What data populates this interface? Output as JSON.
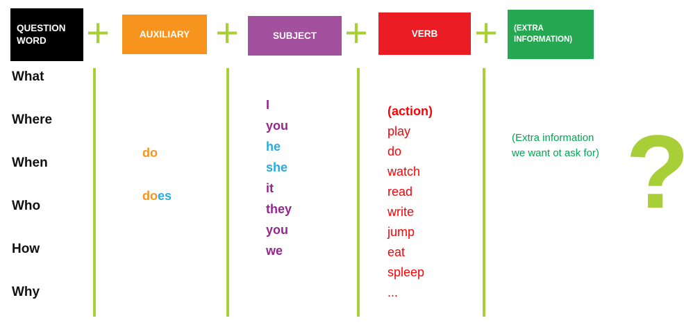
{
  "colors": {
    "chartreuse": "#A8CE38",
    "black-box": "#000000",
    "orange": "#F7941D",
    "purple-box": "#A3519F",
    "purple": "#93278F",
    "red-box": "#EC1C24",
    "red": "#FB0207",
    "green-box": "#26A853",
    "green": "#00A651",
    "cyan": "#29ABE2"
  },
  "header": {
    "plus": "+",
    "columns": [
      {
        "label": "QUESTION WORD"
      },
      {
        "label": "AUXILIARY"
      },
      {
        "label": "SUBJECT"
      },
      {
        "label": "VERB"
      },
      {
        "label": "(EXTRA INFORMATION)"
      }
    ]
  },
  "question_words": [
    "What",
    "Where",
    "When",
    "Who",
    "How",
    "Why"
  ],
  "auxiliary": {
    "do": "do",
    "does": {
      "prefix": "do",
      "suffix": "es"
    }
  },
  "subjects": [
    {
      "text": "I",
      "tone": "purple"
    },
    {
      "text": "you",
      "tone": "purple"
    },
    {
      "text": "he",
      "tone": "cyan"
    },
    {
      "text": "she",
      "tone": "cyan"
    },
    {
      "text": "it",
      "tone": "purple"
    },
    {
      "text": "they",
      "tone": "purple"
    },
    {
      "text": "you",
      "tone": "purple"
    },
    {
      "text": "we",
      "tone": "purple"
    }
  ],
  "verbs": {
    "header": "(action)",
    "items": [
      "play",
      "do",
      "watch",
      "read",
      "write",
      "jump",
      "eat",
      "spleep",
      "..."
    ]
  },
  "extra": {
    "note_line1": "(Extra information",
    "note_line2": "we want ot ask for)",
    "question_mark": "?"
  }
}
